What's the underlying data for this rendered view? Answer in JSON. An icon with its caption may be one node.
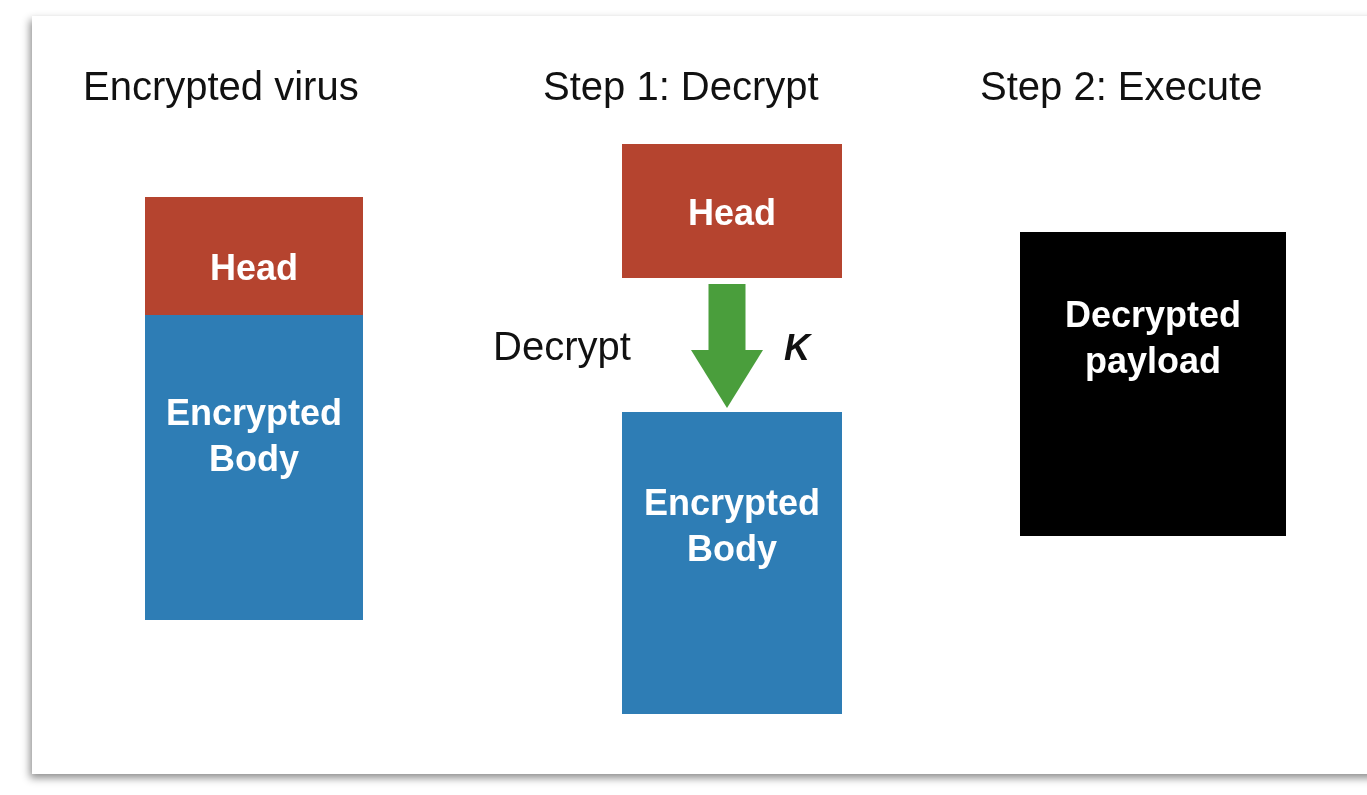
{
  "diagram": {
    "nodes": [
      {
        "text": [
          "Head"
        ]
      },
      {
        "text": [
          "Encrypted Body"
        ]
      },
      {
        "text": [
          "Head"
        ]
      },
      {
        "text": [
          "Encrypted Body"
        ]
      },
      {
        "text": [
          "Decrypted payload"
        ]
      }
    ],
    "edges": [
      {
        "from": 2,
        "to": 3,
        "arrow": "to",
        "label": "Decrypt",
        "color": "#4a9e3c"
      }
    ],
    "labels": [
      "Encrypted virus",
      "Step 1: Decrypt",
      "Step 2: Execute",
      "K"
    ]
  }
}
